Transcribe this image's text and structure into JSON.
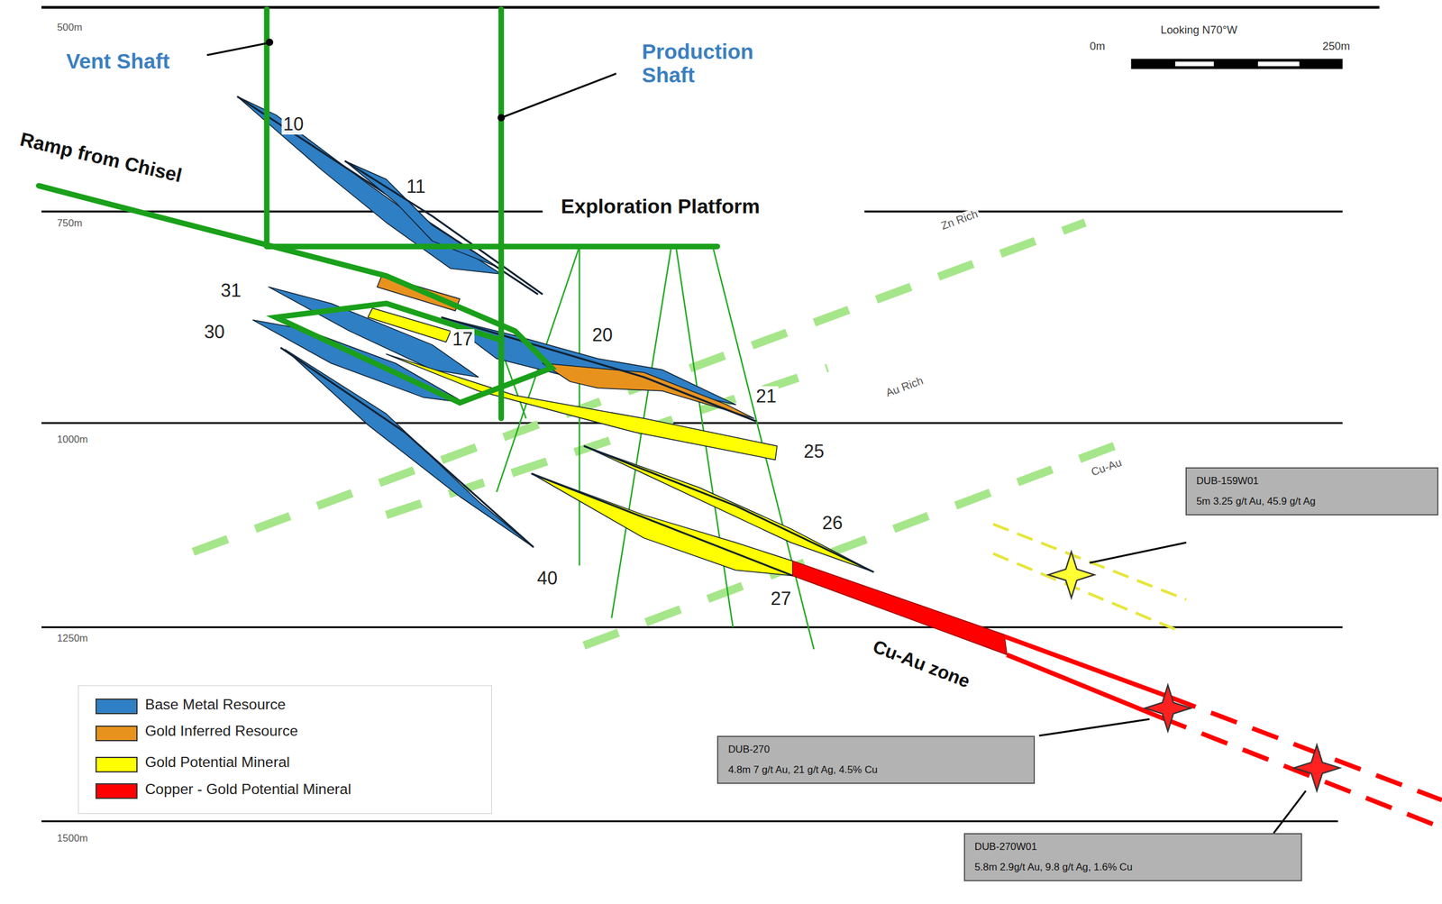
{
  "diagram": {
    "nodes": [
      {
        "text": [
          "DUB-159W01",
          "5m 3.25 g/t Au, 45.9 g/t Ag"
        ]
      },
      {
        "text": [
          "DUB-270",
          "4.8m 7 g/t Au, 21 g/t Ag, 4.5% Cu"
        ]
      },
      {
        "text": [
          "DUB-270W01",
          "5.8m 2.9g/t Au, 9.8 g/t Ag, 1.6% Cu"
        ]
      }
    ],
    "labels": [
      "500m",
      "750m",
      "1000m",
      "1250m",
      "1500m",
      "Vent Shaft",
      "Production Shaft",
      "Ramp from Chisel",
      "Exploration Platform",
      "Looking N70°W",
      "0m",
      "250m",
      "10",
      "11",
      "31",
      "30",
      "17",
      "20",
      "21",
      "25",
      "26",
      "27",
      "40",
      "Zn Rich",
      "Au Rich",
      "Cu-Au",
      "Cu-Au zone"
    ],
    "legend": [
      {
        "text": "Base Metal Resource",
        "color": "#2f7fc4"
      },
      {
        "text": "Gold Inferred Resource",
        "color": "#e8921e"
      },
      {
        "text": "Gold Potential Mineral",
        "color": "#ffff00"
      },
      {
        "text": "Copper - Gold Potential Mineral",
        "color": "#ff0000"
      }
    ]
  }
}
